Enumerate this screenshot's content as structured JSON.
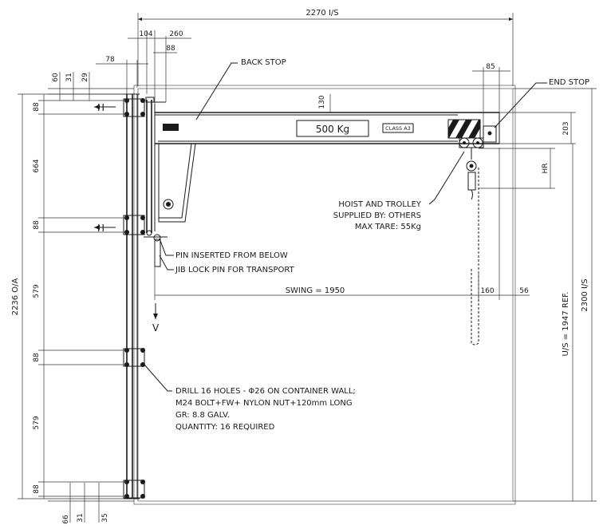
{
  "dims": {
    "overall_width": "2270 I/S",
    "d104": "104",
    "d260": "260",
    "d88_top": "88",
    "d78": "78",
    "d85": "85",
    "d60": "60",
    "d31_top": "31",
    "d29": "29",
    "d130": "130",
    "d203": "203",
    "hr": "HR",
    "v88a": "88",
    "v664": "664",
    "v88b": "88",
    "v579a": "579",
    "v88c": "88",
    "v579b": "579",
    "v88d": "88",
    "overall_height_oa": "2236 O/A",
    "overall_height_is": "2300 I/S",
    "us_ref": "U/S = 1947 REF.",
    "swing": "SWING = 1950",
    "d160": "160",
    "d56": "56",
    "b66": "66",
    "b31": "31",
    "b35": "35"
  },
  "labels": {
    "back_stop": "BACK STOP",
    "end_stop": "END STOP",
    "load": "500 Kg",
    "class": "CLASS A3",
    "hoist_line1": "HOIST AND TROLLEY",
    "hoist_line2": "SUPPLIED BY: OTHERS",
    "hoist_line3": "MAX TARE: 55Kg",
    "pin_below": "PIN INSERTED FROM BELOW",
    "jib_lock": "JIB LOCK PIN FOR TRANSPORT",
    "drill_line1": "DRILL 16 HOLES - Φ26 ON CONTAINER WALL;",
    "drill_line2": "M24 BOLT+FW+ NYLON NUT+120mm LONG",
    "drill_line3": "GR: 8.8 GALV.",
    "drill_line4": "QUANTITY: 16 REQUIRED",
    "h_top": "H",
    "h_mid": "H",
    "v": "V"
  }
}
